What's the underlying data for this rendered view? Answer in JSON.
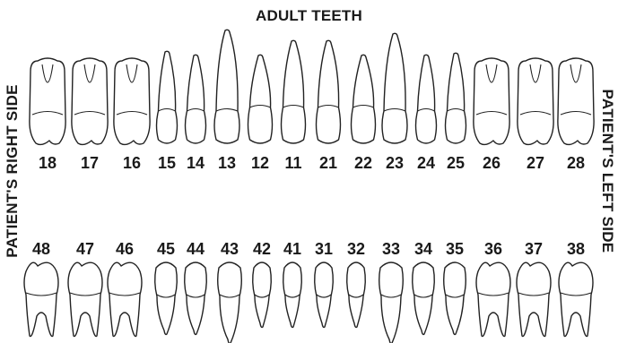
{
  "title": "ADULT TEETH",
  "side_right_label": "PATIENT'S RIGHT SIDE",
  "side_left_label": "PATIENT'S LEFT SIDE",
  "colors": {
    "outline": "#222222",
    "tooth_fill": "#ffffff",
    "text": "#1a1a1a"
  },
  "upper_teeth": [
    {
      "number": "18",
      "kind": "molar"
    },
    {
      "number": "17",
      "kind": "molar"
    },
    {
      "number": "16",
      "kind": "molar"
    },
    {
      "number": "15",
      "kind": "premolar"
    },
    {
      "number": "14",
      "kind": "premolar"
    },
    {
      "number": "13",
      "kind": "canine"
    },
    {
      "number": "12",
      "kind": "incisor"
    },
    {
      "number": "11",
      "kind": "incisor"
    },
    {
      "number": "21",
      "kind": "incisor"
    },
    {
      "number": "22",
      "kind": "incisor"
    },
    {
      "number": "23",
      "kind": "canine"
    },
    {
      "number": "24",
      "kind": "premolar"
    },
    {
      "number": "25",
      "kind": "premolar"
    },
    {
      "number": "26",
      "kind": "molar"
    },
    {
      "number": "27",
      "kind": "molar"
    },
    {
      "number": "28",
      "kind": "molar"
    }
  ],
  "lower_teeth": [
    {
      "number": "48",
      "kind": "molar"
    },
    {
      "number": "47",
      "kind": "molar"
    },
    {
      "number": "46",
      "kind": "molar"
    },
    {
      "number": "45",
      "kind": "premolar"
    },
    {
      "number": "44",
      "kind": "premolar"
    },
    {
      "number": "43",
      "kind": "canine"
    },
    {
      "number": "42",
      "kind": "incisor"
    },
    {
      "number": "41",
      "kind": "incisor"
    },
    {
      "number": "31",
      "kind": "incisor"
    },
    {
      "number": "32",
      "kind": "incisor"
    },
    {
      "number": "33",
      "kind": "canine"
    },
    {
      "number": "34",
      "kind": "premolar"
    },
    {
      "number": "35",
      "kind": "premolar"
    },
    {
      "number": "36",
      "kind": "molar"
    },
    {
      "number": "37",
      "kind": "molar"
    },
    {
      "number": "38",
      "kind": "molar"
    }
  ]
}
